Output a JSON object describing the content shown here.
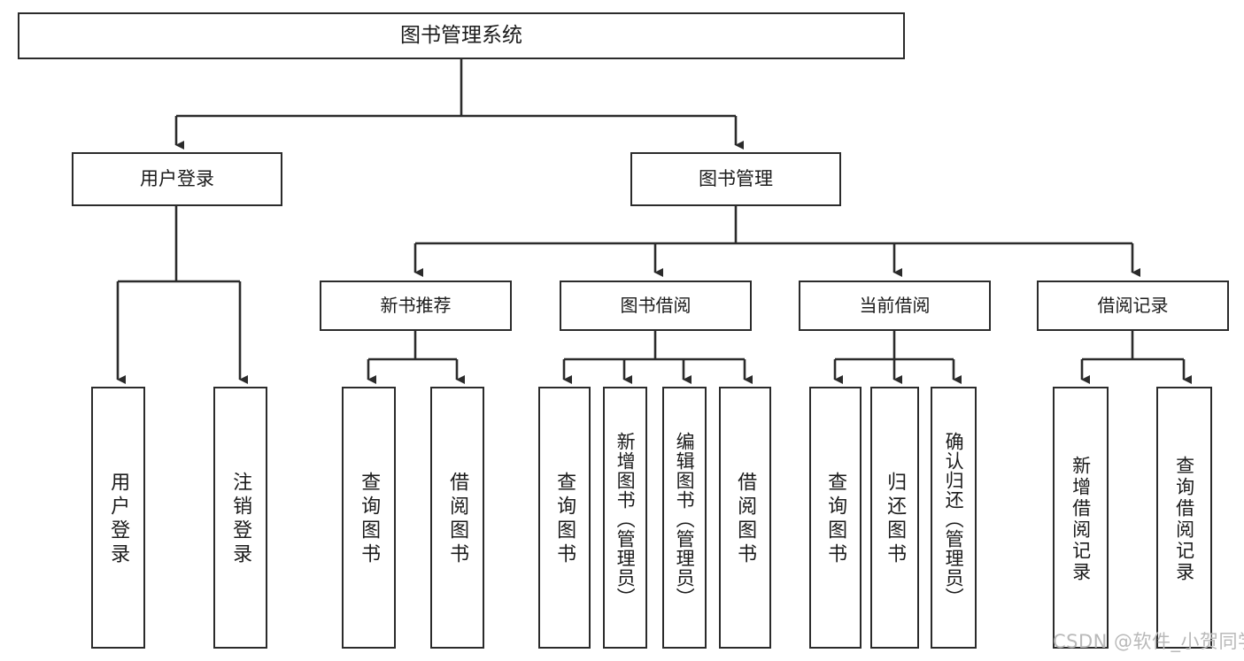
{
  "diagram": {
    "title": "图书管理系统",
    "type": "hierarchy-tree",
    "background_color": "#ffffff",
    "border_color": "#2b2b2b",
    "text_color": "#1b1b1b"
  },
  "root": {
    "label": "图书管理系统"
  },
  "level2": [
    {
      "label": "用户登录"
    },
    {
      "label": "图书管理"
    }
  ],
  "level3": [
    {
      "label": "新书推荐"
    },
    {
      "label": "图书借阅"
    },
    {
      "label": "当前借阅"
    },
    {
      "label": "借阅记录"
    }
  ],
  "leaves": {
    "user_login": [
      {
        "label": "用户登录"
      },
      {
        "label": "注销登录"
      }
    ],
    "new_book": [
      {
        "label": "查询图书"
      },
      {
        "label": "借阅图书"
      }
    ],
    "book_borrow": [
      {
        "label": "查询图书"
      },
      {
        "label": "新增图书（管理员）"
      },
      {
        "label": "编辑图书（管理员）"
      },
      {
        "label": "借阅图书"
      }
    ],
    "current_borrow": [
      {
        "label": "查询图书"
      },
      {
        "label": "归还图书"
      },
      {
        "label": "确认归还（管理员）"
      }
    ],
    "borrow_record": [
      {
        "label": "新增借阅记录"
      },
      {
        "label": "查询借阅记录"
      }
    ]
  },
  "watermark": {
    "text": "CSDN @软件_小贺同学"
  }
}
